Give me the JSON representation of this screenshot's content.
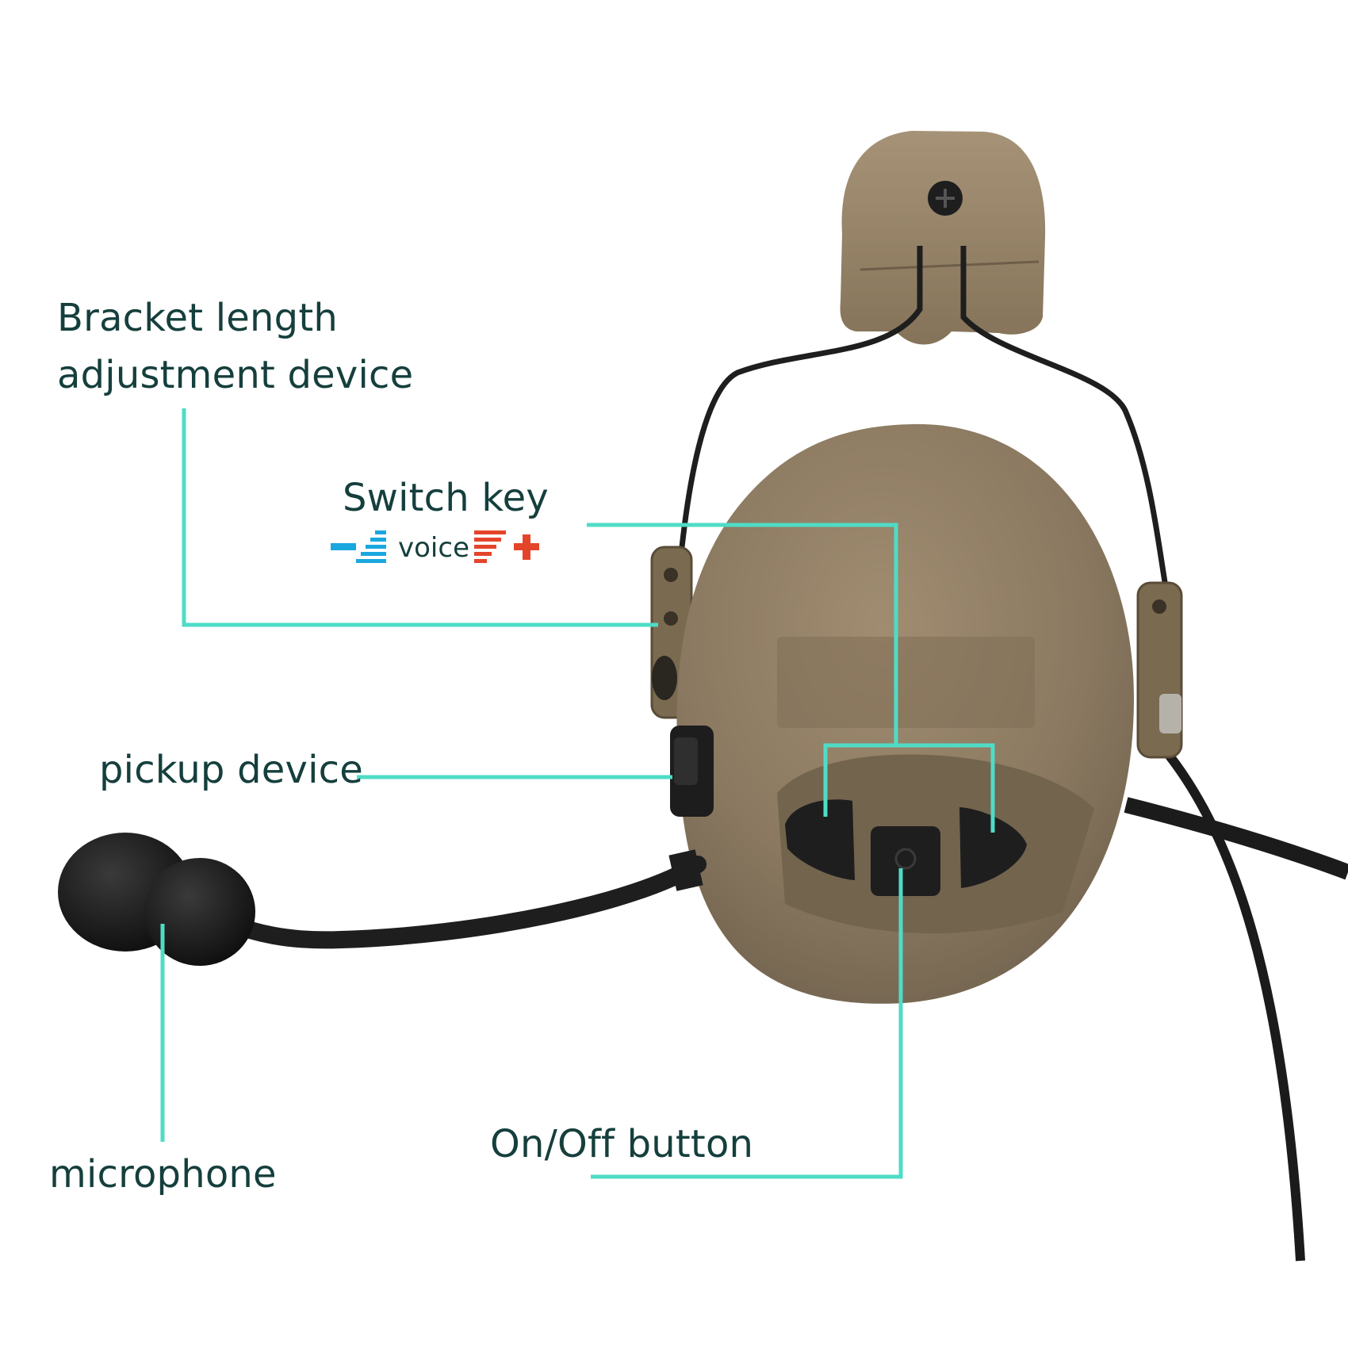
{
  "labels": {
    "bracket_line1": "Bracket length",
    "bracket_line2": "adjustment device",
    "switch_key": "Switch key",
    "voice": "voice",
    "pickup": "pickup device",
    "microphone": "microphone",
    "onoff": "On/Off button"
  },
  "colors": {
    "leader": "#4fdcc6",
    "text": "#153f3c",
    "tan": "#8c7a61",
    "tan_dark": "#6f604b",
    "black": "#1b1b1b",
    "minus_blue": "#1aa7e0",
    "plus_red": "#e4452a"
  }
}
